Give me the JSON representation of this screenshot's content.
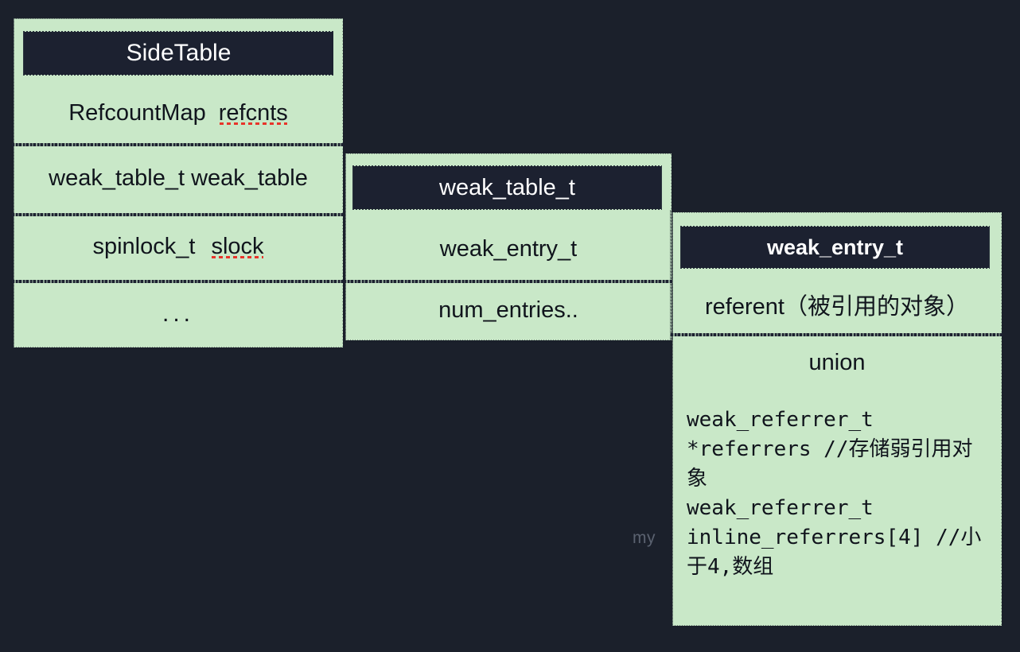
{
  "background_color": "#1b202b",
  "box_fill_color": "#c9e8c8",
  "box_border_color": "#1c2130",
  "header_bg_color": "#1c2130",
  "header_text_color": "#ffffff",
  "squiggle_color": "#e8342a",
  "watermark": {
    "text": "my",
    "color": "#5b6270"
  },
  "boxes": {
    "sidetable": {
      "title": "SideTable",
      "rows": [
        {
          "type_name": "RefcountMap",
          "field": "refcnts",
          "field_misspelled": true
        },
        {
          "text": "weak_table_t  weak_table"
        },
        {
          "type_name": "spinlock_t",
          "field": "slock",
          "field_misspelled": true
        },
        {
          "text": "..."
        }
      ]
    },
    "weak_table_t": {
      "title": "weak_table_t",
      "rows": [
        {
          "text": "weak_entry_t"
        },
        {
          "text": "num_entries.."
        }
      ]
    },
    "weak_entry_t": {
      "title": "weak_entry_t",
      "rows": [
        {
          "text": "referent（被引用的对象）"
        },
        {
          "text": "union"
        }
      ],
      "code": "weak_referrer_t *referrers //存储弱引用对象\nweak_referrer_t inline_referrers[4] //小于4,数组"
    }
  }
}
